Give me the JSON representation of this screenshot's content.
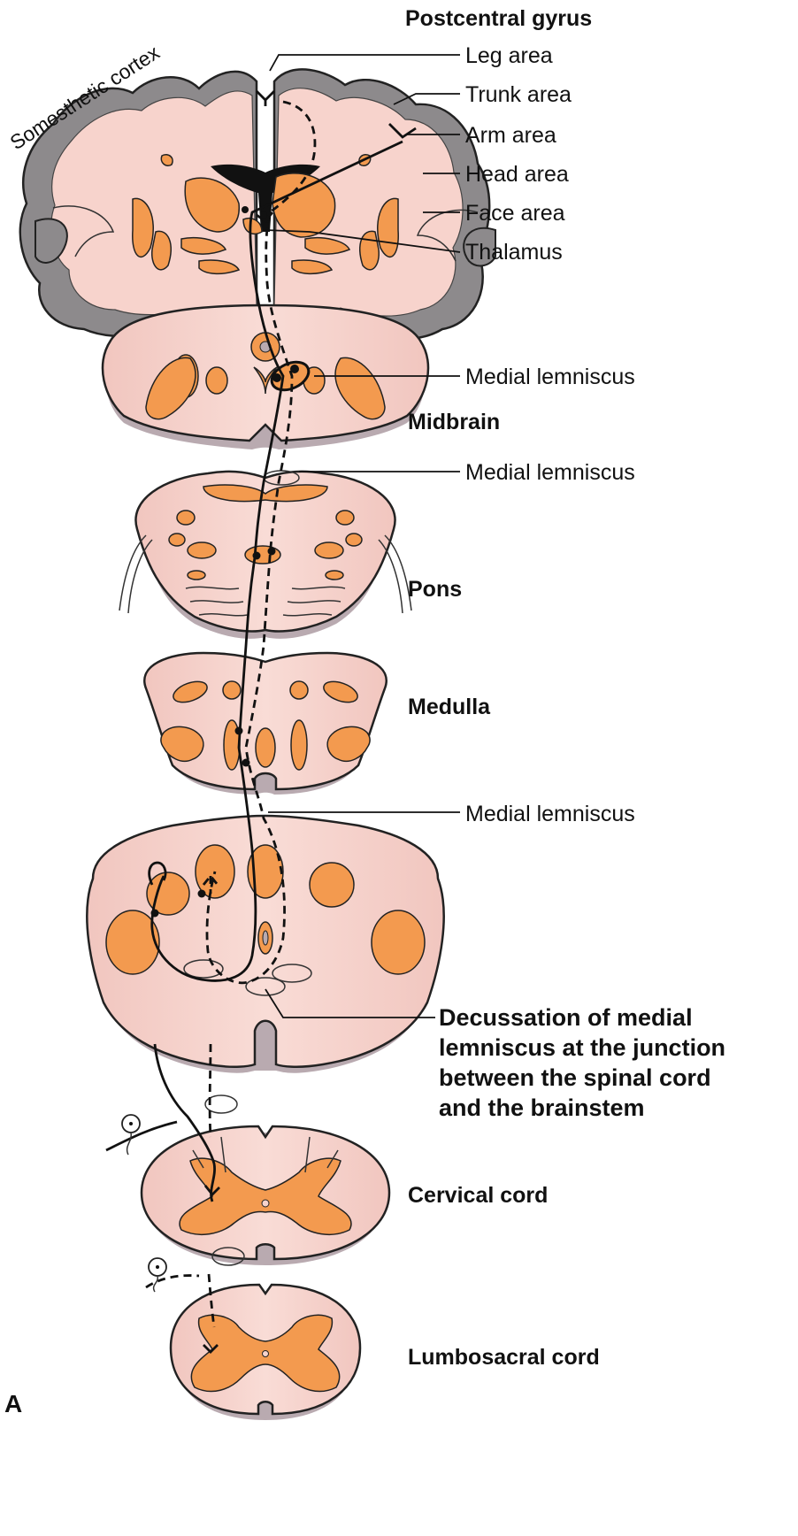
{
  "figure": {
    "panel_letter": "A",
    "cortex_label": "Somesthetic cortex",
    "labels": {
      "postcentral_gyrus": "Postcentral gyrus",
      "leg_area": "Leg area",
      "trunk_area": "Trunk area",
      "arm_area": "Arm area",
      "head_area": "Head area",
      "face_area": "Face area",
      "thalamus": "Thalamus",
      "medial_lemniscus_1": "Medial lemniscus",
      "midbrain": "Midbrain",
      "medial_lemniscus_2": "Medial lemniscus",
      "pons": "Pons",
      "medulla": "Medulla",
      "medial_lemniscus_3": "Medial lemniscus",
      "decussation_line1": "Decussation of medial",
      "decussation_line2": "lemniscus at the junction",
      "decussation_line3": "between the spinal cord",
      "decussation_line4": "and the brainstem",
      "cervical_cord": "Cervical cord",
      "lumbosacral_cord": "Lumbosacral cord"
    },
    "colors": {
      "tissue": "#f7d3cc",
      "nuclei": "#f39a4f",
      "cortex_gray": "#8d8a8c",
      "shadow": "#b9aab0"
    }
  }
}
